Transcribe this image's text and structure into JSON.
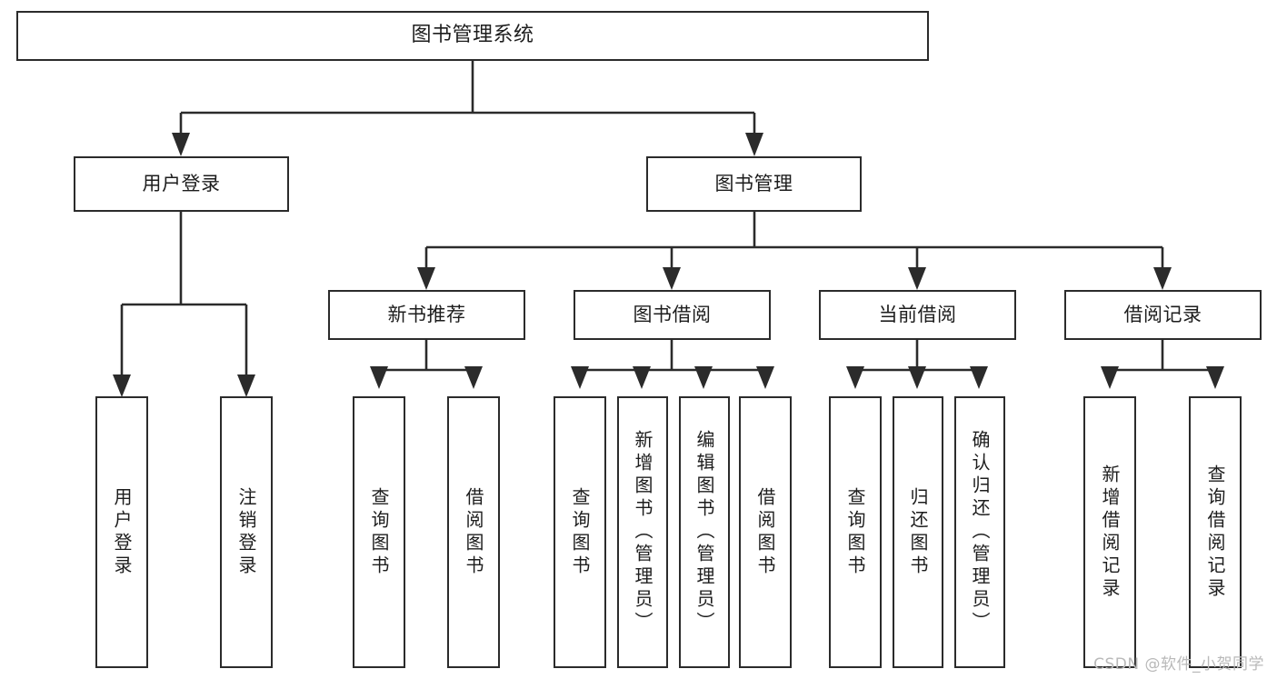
{
  "diagram": {
    "type": "tree-hierarchy-chart",
    "title": "图书管理系统",
    "watermark": "CSDN @软件_小贺同学",
    "colors": {
      "box_border": "#2b2b2b",
      "box_fill": "#ffffff",
      "connector": "#2b2b2b",
      "text": "#1d1d1d",
      "watermark": "#b9b9b9",
      "background": "#ffffff"
    },
    "root": {
      "label": "图书管理系统",
      "level": 0
    },
    "level2": [
      {
        "label": "用户登录"
      },
      {
        "label": "图书管理"
      }
    ],
    "level3": [
      {
        "label": "新书推荐"
      },
      {
        "label": "图书借阅"
      },
      {
        "label": "当前借阅"
      },
      {
        "label": "借阅记录"
      }
    ],
    "leaves": {
      "user_login": [
        {
          "label": "用户登录"
        },
        {
          "label": "注销登录"
        }
      ],
      "new_book_recommend": [
        {
          "label": "查询图书"
        },
        {
          "label": "借阅图书"
        }
      ],
      "book_borrow": [
        {
          "label": "查询图书"
        },
        {
          "label": "新增图书（管理员）"
        },
        {
          "label": "编辑图书（管理员）"
        },
        {
          "label": "借阅图书"
        }
      ],
      "current_borrow": [
        {
          "label": "查询图书"
        },
        {
          "label": "归还图书"
        },
        {
          "label": "确认归还（管理员）"
        }
      ],
      "borrow_records": [
        {
          "label": "新增借阅记录"
        },
        {
          "label": "查询借阅记录"
        }
      ]
    }
  }
}
